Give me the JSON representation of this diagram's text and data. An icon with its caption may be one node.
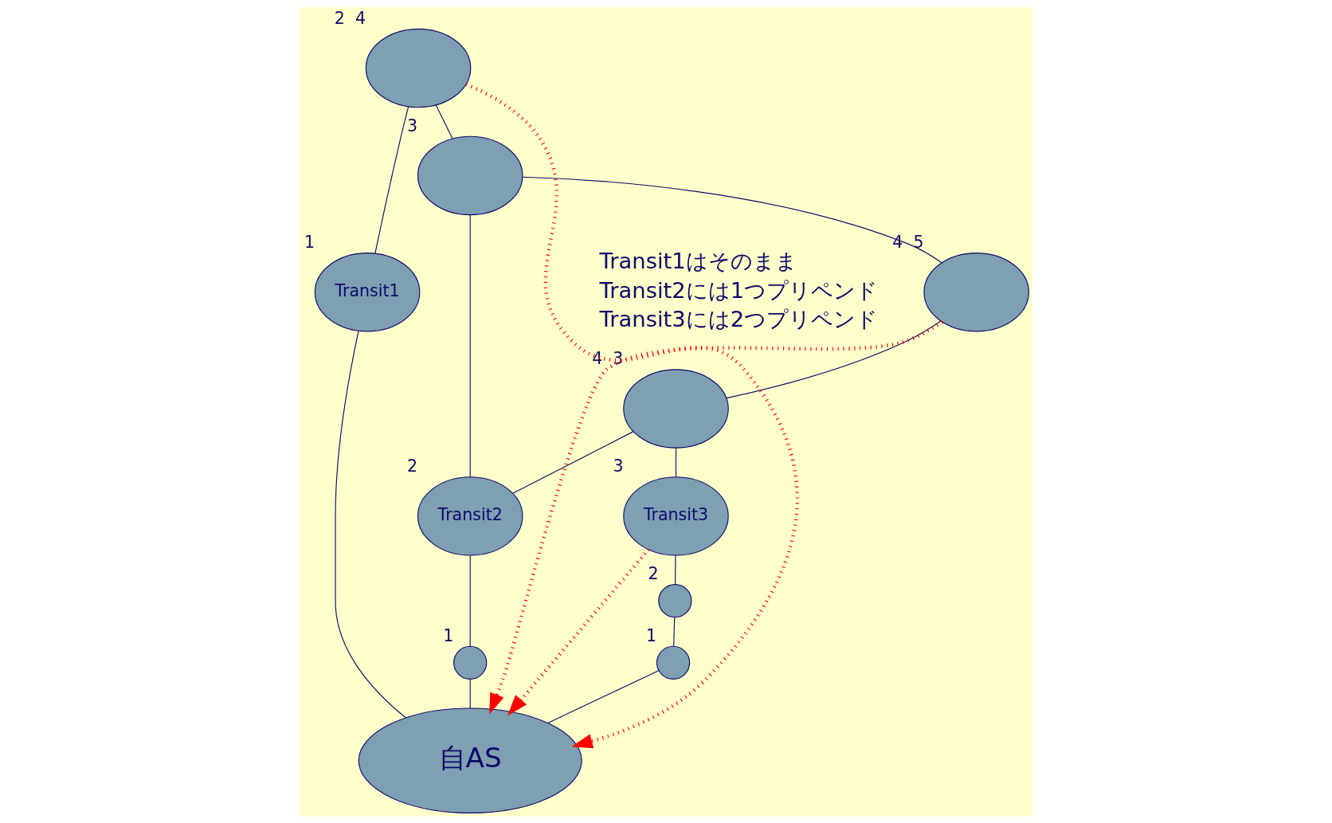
{
  "diagram": {
    "nodes": [
      {
        "text": [],
        "shape": "ellipse",
        "beside": [
          "4",
          "5"
        ]
      },
      {
        "text": [],
        "shape": "ellipse",
        "beside": [
          "2",
          "4"
        ]
      },
      {
        "text": [],
        "shape": "ellipse",
        "beside": [
          "3"
        ]
      },
      {
        "text": [],
        "shape": "ellipse",
        "beside": [
          "4",
          "3"
        ]
      },
      {
        "text": [
          "Transit1"
        ],
        "beside": [
          "1"
        ]
      },
      {
        "text": [
          "Transit2"
        ],
        "beside": [
          "2"
        ]
      },
      {
        "text": [
          "Transit3"
        ],
        "beside": [
          "3"
        ]
      },
      {
        "text": [],
        "shape": "circle",
        "beside": [
          "1"
        ]
      },
      {
        "text": [],
        "shape": "circle",
        "beside": [
          "2"
        ]
      },
      {
        "text": [],
        "shape": "circle",
        "beside": [
          "1"
        ]
      },
      {
        "text": [
          "自AS"
        ]
      }
    ],
    "edges": [
      {
        "from": 1,
        "to": 2,
        "arrow": "none"
      },
      {
        "from": 2,
        "to": 0,
        "arrow": "none"
      },
      {
        "from": 0,
        "to": 3,
        "arrow": "none"
      },
      {
        "from": 1,
        "to": 4,
        "arrow": "none"
      },
      {
        "from": 2,
        "to": 5,
        "arrow": "none"
      },
      {
        "from": 3,
        "to": 5,
        "arrow": "none"
      },
      {
        "from": 3,
        "to": 6,
        "arrow": "none"
      },
      {
        "from": 4,
        "to": 10,
        "arrow": "none"
      },
      {
        "from": 5,
        "to": 7,
        "arrow": "none"
      },
      {
        "from": 7,
        "to": 10,
        "arrow": "none"
      },
      {
        "from": 6,
        "to": 8,
        "arrow": "none"
      },
      {
        "from": 8,
        "to": 9,
        "arrow": "none"
      },
      {
        "from": 9,
        "to": 10,
        "arrow": "none"
      },
      {
        "from": 1,
        "to": 10,
        "arrow": "to",
        "style": "dashed",
        "color": "#ff0000"
      },
      {
        "from": 0,
        "to": 10,
        "arrow": "to",
        "style": "dashed",
        "color": "#ff0000"
      },
      {
        "from": 6,
        "to": 10,
        "arrow": "to",
        "style": "dashed",
        "color": "#ff0000"
      }
    ],
    "labels": [
      "Transit1はそのまま",
      "Transit2には1つプリペンド",
      "Transit3には2つプリペンド"
    ]
  }
}
